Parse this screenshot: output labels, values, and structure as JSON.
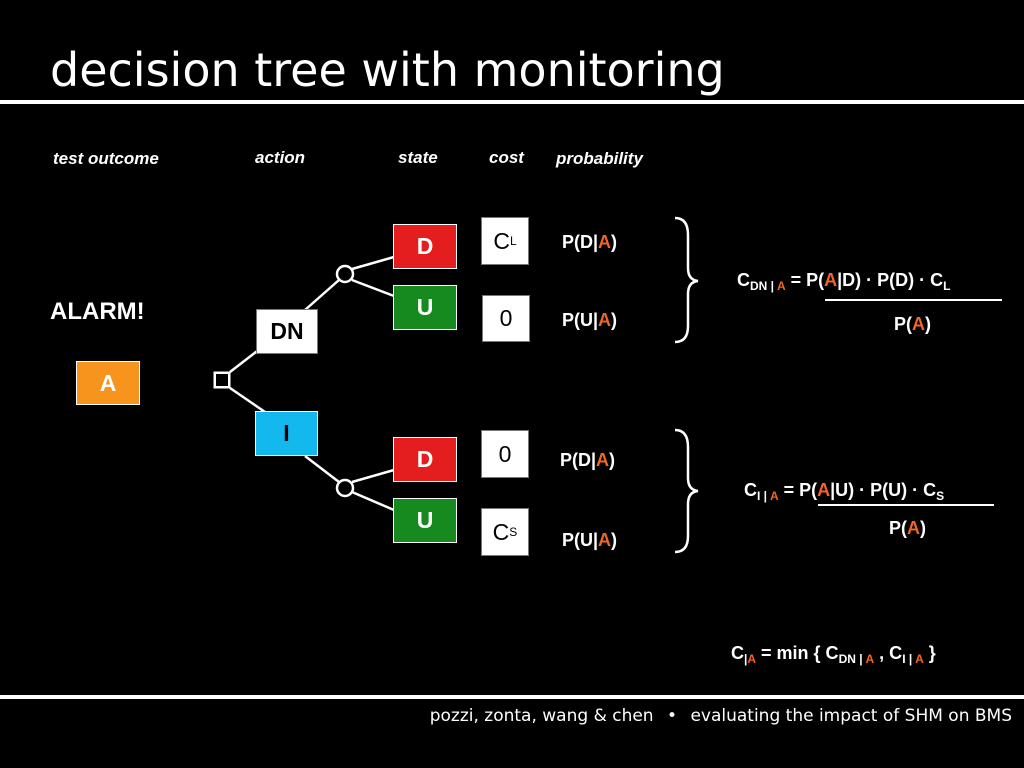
{
  "title": "decision tree with monitoring",
  "headers": {
    "test_outcome": "test outcome",
    "action": "action",
    "state": "state",
    "cost": "cost",
    "probability": "probability"
  },
  "alarm_label": "ALARM!",
  "test_box": "A",
  "actions": {
    "dn": "DN",
    "i": "I"
  },
  "states": {
    "d": "D",
    "u": "U"
  },
  "costs": {
    "cl_main": "C",
    "cl_sub": "L",
    "zero": "0",
    "cs_main": "C",
    "cs_sub": "S"
  },
  "probabilities": {
    "p1_pre": "P(D|",
    "p1_a": "A",
    "p1_post": ")",
    "p2_pre": "P(U|",
    "p2_a": "A",
    "p2_post": ")",
    "p3_pre": "P(D|",
    "p3_a": "A",
    "p3_post": ")",
    "p4_pre": "P(U|",
    "p4_a": "A",
    "p4_post": ")"
  },
  "formula_dn": {
    "c": "C",
    "sub_main": "DN",
    "sub_sep": " | ",
    "sub_a": "A",
    "eq": " = P(",
    "num_a": "A",
    "num_rest": "|D) · P(D) · C",
    "num_sub": "L",
    "den_pre": "P(",
    "den_a": "A",
    "den_post": ")"
  },
  "formula_i": {
    "c": "C",
    "sub_main": "I",
    "sub_sep": " | ",
    "sub_a": "A",
    "eq": " = P(",
    "num_a": "A",
    "num_rest": "|U) · P(U) · C",
    "num_sub": "S",
    "den_pre": "P(",
    "den_a": "A",
    "den_post": ")"
  },
  "formula_min": {
    "c": "C",
    "sub_bar": "|",
    "sub_a": "A",
    "mid": " = min { C",
    "dn_sub": "DN",
    "dn_sep": " | ",
    "dn_a": "A",
    "comma": " , C",
    "i_sub": "I",
    "i_sep": " | ",
    "i_a": "A",
    "close": " }"
  },
  "footer": {
    "authors": "pozzi, zonta, wang & chen",
    "bullet": "•",
    "topic": "evaluating the impact of SHM on BMS"
  }
}
